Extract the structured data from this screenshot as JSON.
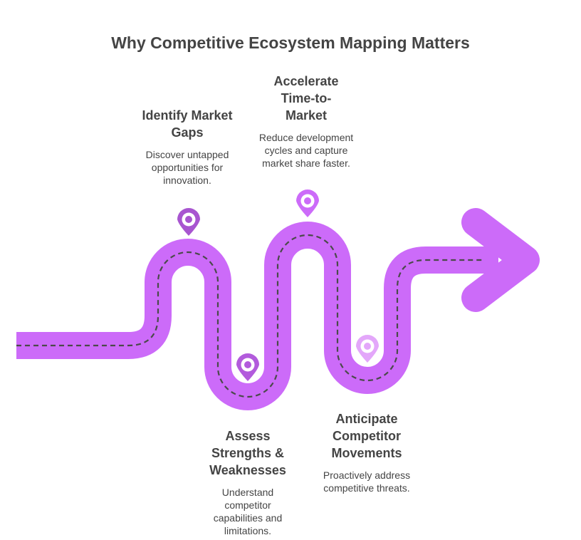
{
  "title": "Why Competitive Ecosystem Mapping Matters",
  "colors": {
    "road": "#CC6BF9",
    "dash": "#4A4A4A",
    "pin_dark": "#A855D0",
    "pin_mid": "#C067E8",
    "pin_light": "#CC6BF9",
    "pin_pale": "#E3A7FA",
    "text": "#444444"
  },
  "milestones": [
    {
      "title": "Identify Market Gaps",
      "title_lines": [
        "Identify Market",
        "Gaps"
      ],
      "description": "Discover untapped opportunities for innovation.",
      "desc_lines": [
        "Discover untapped",
        "opportunities for",
        "innovation."
      ],
      "icon": "map-pin-icon"
    },
    {
      "title": "Assess Strengths & Weaknesses",
      "title_lines": [
        "Assess",
        "Strengths &",
        "Weaknesses"
      ],
      "description": "Understand competitor capabilities and limitations.",
      "desc_lines": [
        "Understand",
        "competitor",
        "capabilities and",
        "limitations."
      ],
      "icon": "map-pin-icon"
    },
    {
      "title": "Accelerate Time-to-Market",
      "title_lines": [
        "Accelerate",
        "Time-to-",
        "Market"
      ],
      "description": "Reduce development cycles and capture market share faster.",
      "desc_lines": [
        "Reduce development",
        "cycles and capture",
        "market share faster."
      ],
      "icon": "map-pin-icon"
    },
    {
      "title": "Anticipate Competitor Movements",
      "title_lines": [
        "Anticipate",
        "Competitor",
        "Movements"
      ],
      "description": "Proactively address competitive threats.",
      "desc_lines": [
        "Proactively address",
        "competitive threats."
      ],
      "icon": "map-pin-icon"
    }
  ]
}
